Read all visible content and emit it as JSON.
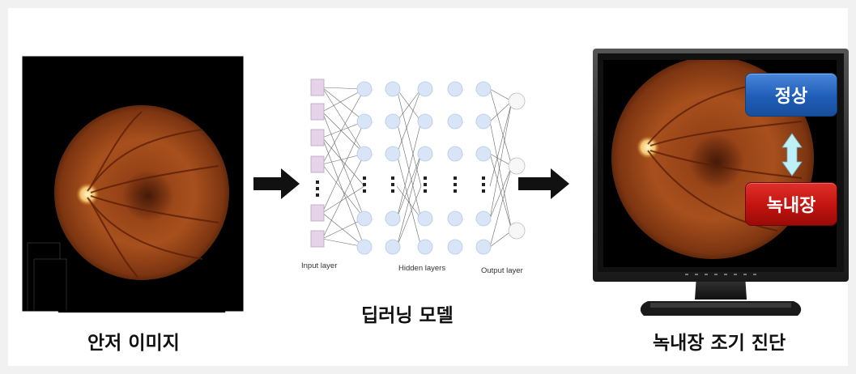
{
  "captions": {
    "fundus": "안저 이미지",
    "model": "딥러닝 모델",
    "diagnosis": "녹내장 조기 진단"
  },
  "network": {
    "input_label": "Input layer",
    "hidden_label": "Hidden layers",
    "output_label": "Output layer"
  },
  "result": {
    "normal": "정상",
    "glaucoma": "녹내장"
  },
  "colors": {
    "normal_badge": "#1f5db8",
    "glaucoma_badge": "#c1130f",
    "arrow": "#111111",
    "double_arrow": "#bfeff7"
  }
}
